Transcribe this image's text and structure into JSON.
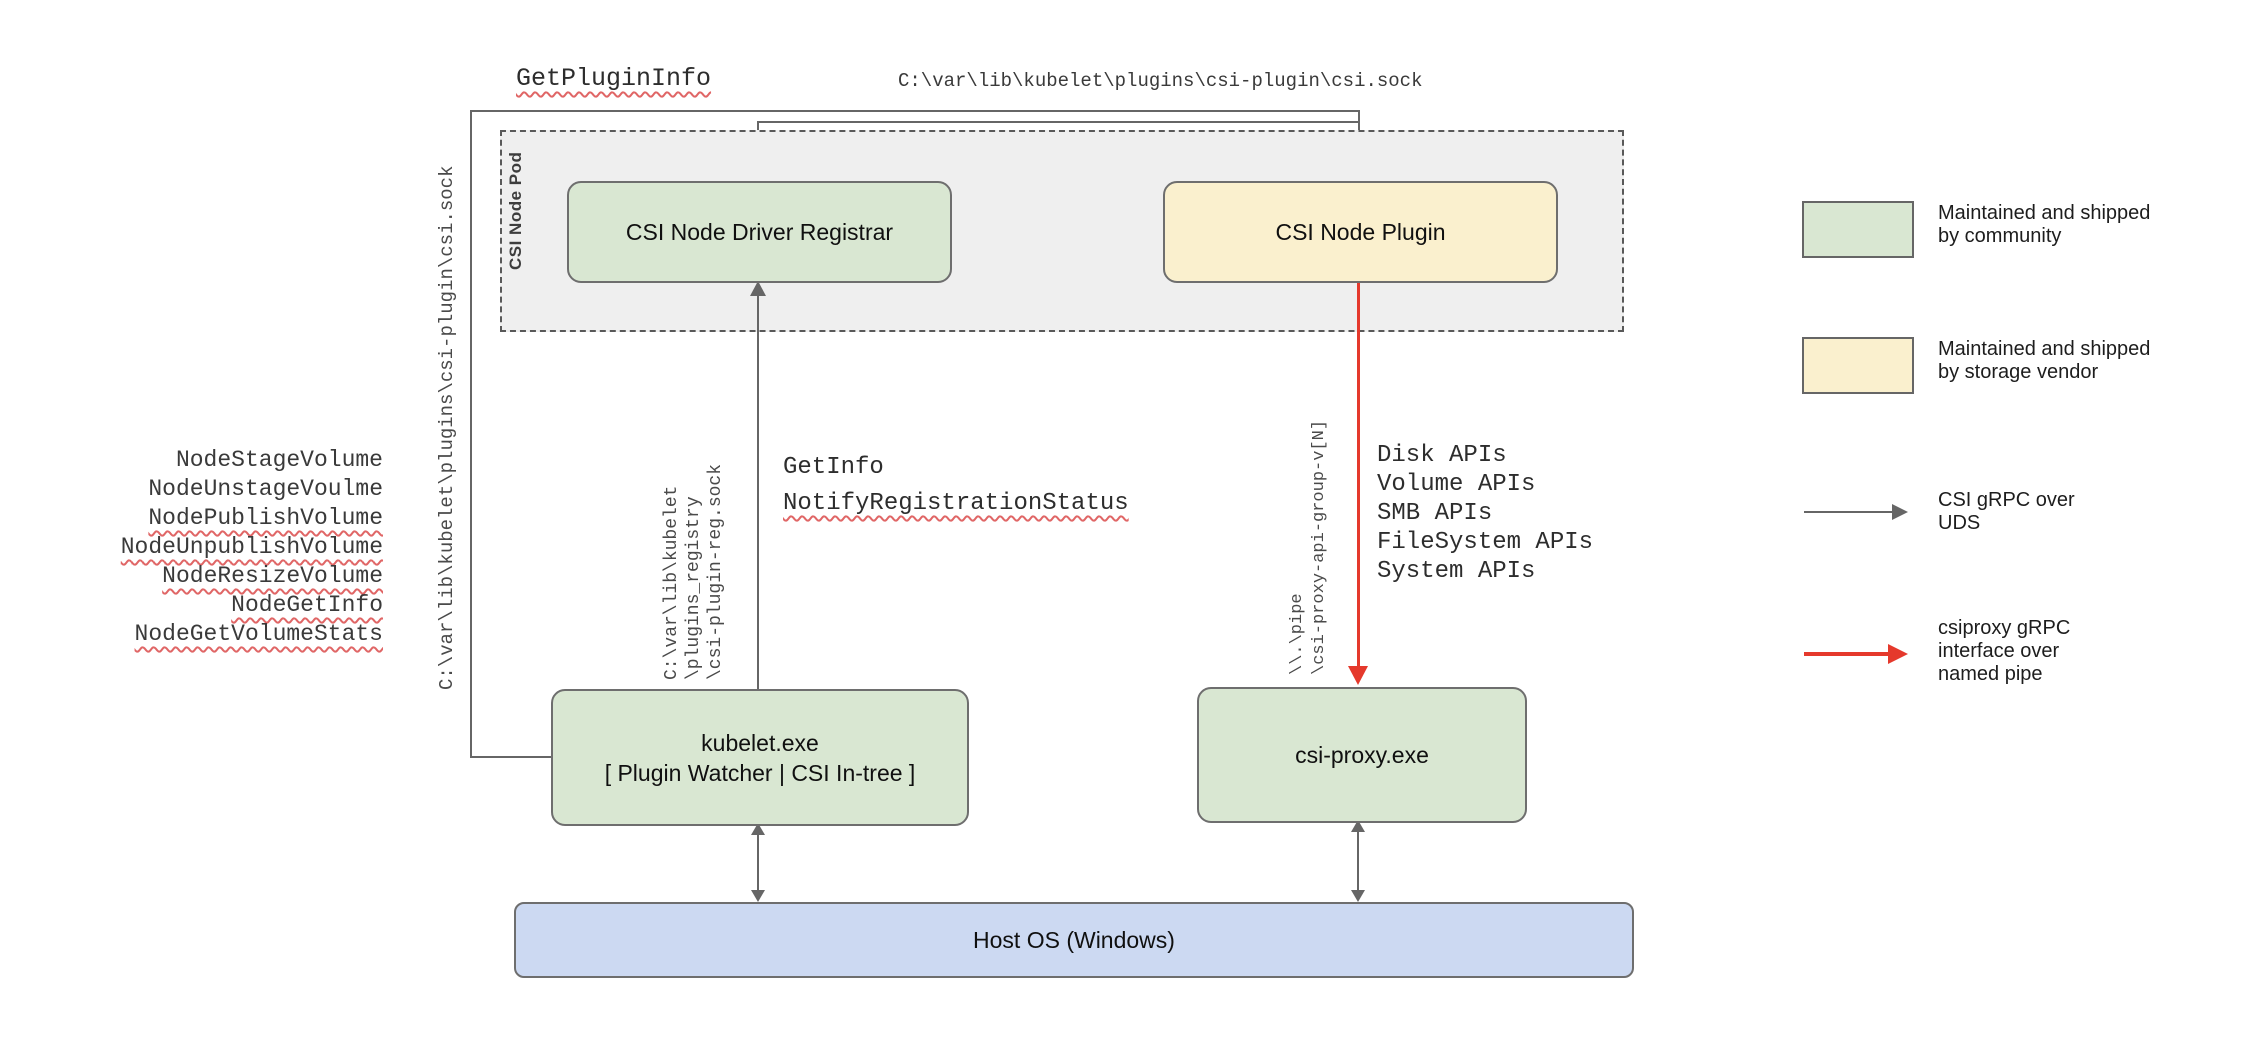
{
  "labels": {
    "get_plugin_info": "GetPluginInfo",
    "top_sock_path": "C:\\var\\lib\\kubelet\\plugins\\csi-plugin\\csi.sock",
    "left_sock_path": "C:\\var\\lib\\kubelet\\plugins\\csi-plugin\\csi.sock",
    "get_info": "GetInfo",
    "notify_registration_status": "NotifyRegistrationStatus"
  },
  "registry_path": {
    "line1": "C:\\var\\lib\\kubelet",
    "line2": "\\plugins_registry",
    "line3": "\\csi-plugin-reg.sock"
  },
  "pipe_path": {
    "line1": "\\\\.\\pipe",
    "line2": "\\csi-proxy-api-group-v[N]"
  },
  "node_methods": [
    {
      "label": "NodeStageVolume"
    },
    {
      "label": "NodeUnstageVoulme"
    },
    {
      "label": "NodePublishVolume"
    },
    {
      "label": "NodeUnpublishVolume"
    },
    {
      "label": "NodeResizeVolume"
    },
    {
      "label": "NodeGetInfo"
    },
    {
      "label": "NodeGetVolumeStats"
    }
  ],
  "apis": [
    "Disk APIs",
    "Volume APIs",
    "SMB APIs",
    "FileSystem APIs",
    "System APIs"
  ],
  "boxes": {
    "pod_label": "CSI Node Pod",
    "registrar": "CSI Node Driver Registrar",
    "plugin": "CSI Node Plugin",
    "kubelet_line1": "kubelet.exe",
    "kubelet_line2": "[ Plugin Watcher | CSI In-tree ]",
    "csi_proxy": "csi-proxy.exe",
    "host_os": "Host OS (Windows)"
  },
  "legend": {
    "community": {
      "line1": "Maintained and shipped",
      "line2": "by community"
    },
    "vendor": {
      "line1": "Maintained and shipped",
      "line2": "by storage vendor"
    },
    "uds": {
      "line1": "CSI gRPC over",
      "line2": "UDS"
    },
    "pipe": {
      "line1": "csiproxy gRPC",
      "line2": "interface over",
      "line3": "named pipe"
    }
  },
  "colors": {
    "community_green": "#d9e7d2",
    "vendor_yellow": "#faf0ce",
    "host_blue": "#ccd9f2",
    "pod_gray": "#efefef",
    "connector_gray": "#666666",
    "pipe_red": "#e5392c",
    "squiggle_red": "#e06666"
  }
}
